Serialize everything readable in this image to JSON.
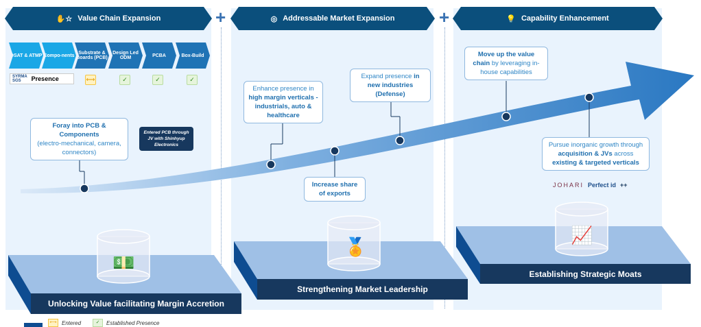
{
  "sections": [
    {
      "title": "Value Chain Expansion",
      "icon": "hands-star-icon",
      "footer": "Unlocking Value facilitating Margin Accretion",
      "base_icon": "hand-money-icon"
    },
    {
      "title": "Addressable Market Expansion",
      "icon": "target-arrow-icon",
      "footer": "Strengthening Market Leadership",
      "base_icon": "award-badge-icon"
    },
    {
      "title": "Capability Enhancement",
      "icon": "lightbulb-gear-icon",
      "footer": "Establishing Strategic Moats",
      "base_icon": "growth-chart-icon"
    }
  ],
  "plus": "+",
  "value_chain": [
    "OSAT & ATMP",
    "Compo-nents",
    "Substrate & Boards (PCB)",
    "Design Led ODM",
    "PCBA",
    "Box-Build"
  ],
  "presence_label": "Presence",
  "logo_text": "SYRMA SGS",
  "presence_status": [
    "entered",
    "established",
    "established",
    "established"
  ],
  "callouts": {
    "foray_bold": "Foray into PCB & Components",
    "foray_text": "(electro-mechanical, camera, connectors)",
    "jv_note": "Entered PCB through JV with Shinhyup Electronics",
    "verticals_pre": "Enhance presence in",
    "verticals_bold": "high margin verticals - industrials, auto & healthcare",
    "exports": "Increase share of exports",
    "defense_pre": "Expand presence",
    "defense_bold": "in new industries (Defense)",
    "value_chain_bold": "Move up the value chain",
    "value_chain_text": "by leveraging in-house capabilities",
    "inorganic_pre": "Pursue inorganic growth through",
    "inorganic_bold1": "acquisition & JVs",
    "inorganic_mid": "across",
    "inorganic_bold2": "existing & targeted verticals"
  },
  "partner_logos": [
    "JOHARI",
    "Perfect id",
    "++"
  ],
  "legend": {
    "entered": "Entered",
    "established": "Established Presence"
  },
  "colors": {
    "header": "#0b4f7c",
    "panel": "#e9f3fd",
    "arrow": "#2f7fc6",
    "footer": "#17385e",
    "accent_light": "#1aa7e6"
  }
}
